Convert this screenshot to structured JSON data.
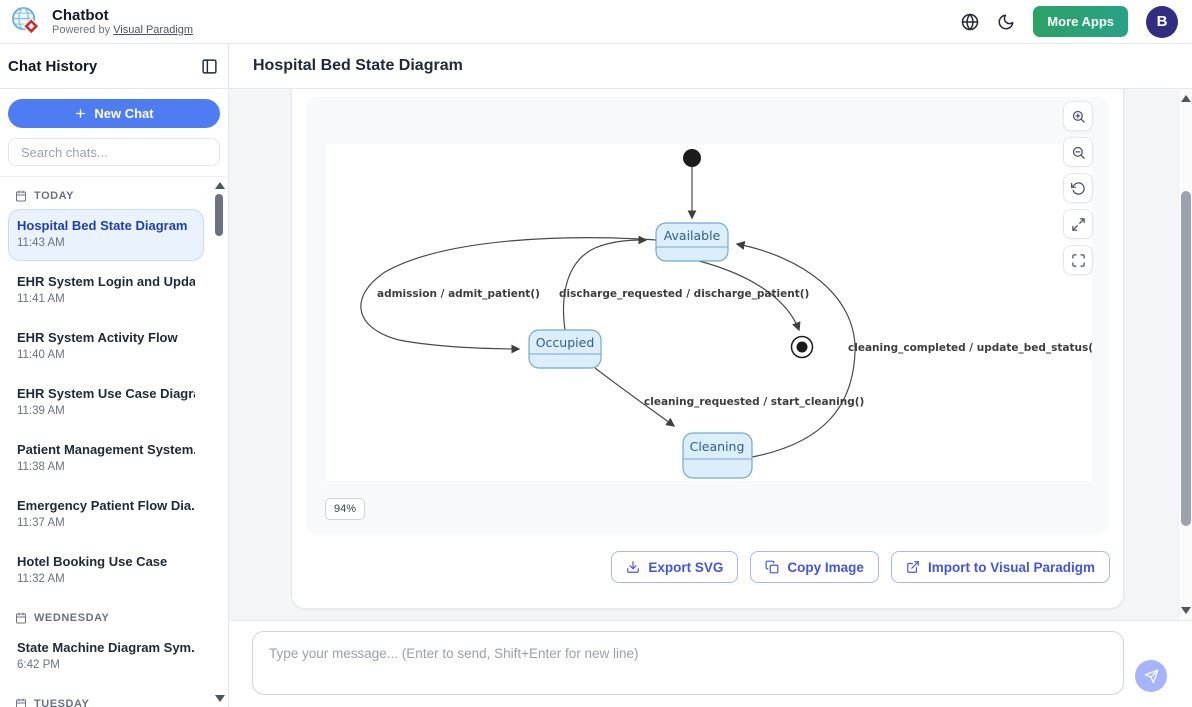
{
  "header": {
    "app_title": "Chatbot",
    "powered_by_prefix": "Powered by",
    "powered_by_link": "Visual Paradigm",
    "icons": [
      "globe-icon",
      "moon-icon"
    ],
    "more_apps_label": "More Apps",
    "avatar_initial": "B",
    "more_apps_colors": [
      "#2ca265",
      "#27a287"
    ],
    "avatar_color": "#312e81"
  },
  "sidebar": {
    "title": "Chat History",
    "toggle_icon": "panel-left-icon",
    "new_chat_label": "New Chat",
    "search_placeholder": "Search chats...",
    "sections": [
      {
        "label": "TODAY",
        "items": [
          {
            "title": "Hospital Bed State Diagram",
            "time": "11:43 AM",
            "selected": true
          },
          {
            "title": "EHR System Login and Upda...",
            "time": "11:41 AM",
            "selected": false
          },
          {
            "title": "EHR System Activity Flow",
            "time": "11:40 AM",
            "selected": false
          },
          {
            "title": "EHR System Use Case Diagram",
            "time": "11:39 AM",
            "selected": false
          },
          {
            "title": "Patient Management System...",
            "time": "11:38 AM",
            "selected": false
          },
          {
            "title": "Emergency Patient Flow Dia...",
            "time": "11:37 AM",
            "selected": false
          },
          {
            "title": "Hotel Booking Use Case",
            "time": "11:32 AM",
            "selected": false
          }
        ]
      },
      {
        "label": "WEDNESDAY",
        "items": [
          {
            "title": "State Machine Diagram Sym...",
            "time": "6:42 PM",
            "selected": false
          }
        ]
      },
      {
        "label": "TUESDAY",
        "items": []
      }
    ],
    "accent_color": "#4d7cf3",
    "selected_item_colors": {
      "bg": "#e9f2fd",
      "border": "#c7dcf8",
      "text": "#1e40af"
    }
  },
  "main": {
    "title": "Hospital Bed State Diagram",
    "zoom_level": "94%",
    "viewer_toolbar_icons": [
      "zoom-in-icon",
      "zoom-out-icon",
      "reset-view-icon",
      "expand-icon",
      "fullscreen-icon"
    ],
    "actions": [
      {
        "label": "Export SVG",
        "icon": "download-icon"
      },
      {
        "label": "Copy Image",
        "icon": "copy-icon"
      },
      {
        "label": "Import to Visual Paradigm",
        "icon": "external-link-icon"
      }
    ],
    "action_color": "#4255e0"
  },
  "composer": {
    "placeholder": "Type your message... (Enter to send, Shift+Enter for new line)",
    "send_icon": "send-icon"
  },
  "diagram": {
    "type": "uml-state-machine",
    "states": [
      {
        "name": "Available"
      },
      {
        "name": "Occupied"
      },
      {
        "name": "Cleaning"
      }
    ],
    "pseudostates": [
      "initial",
      "final"
    ],
    "transitions": [
      {
        "from": "initial",
        "to": "Available",
        "label": ""
      },
      {
        "from": "Available",
        "to": "Occupied",
        "label": "admission / admit_patient()"
      },
      {
        "from": "Occupied",
        "to": "Available",
        "label": "discharge_requested / discharge_patient()"
      },
      {
        "from": "Occupied",
        "to": "Cleaning",
        "label": "cleaning_requested / start_cleaning()"
      },
      {
        "from": "Cleaning",
        "to": "Available",
        "label": "cleaning_completed / update_bed_status()"
      },
      {
        "from": "Available",
        "to": "final",
        "label": ""
      }
    ],
    "colors": {
      "state_fill": "#ddeefb",
      "state_border": "#74a9cf",
      "state_text": "#2a6191",
      "edge": "#4a4a4a"
    }
  }
}
